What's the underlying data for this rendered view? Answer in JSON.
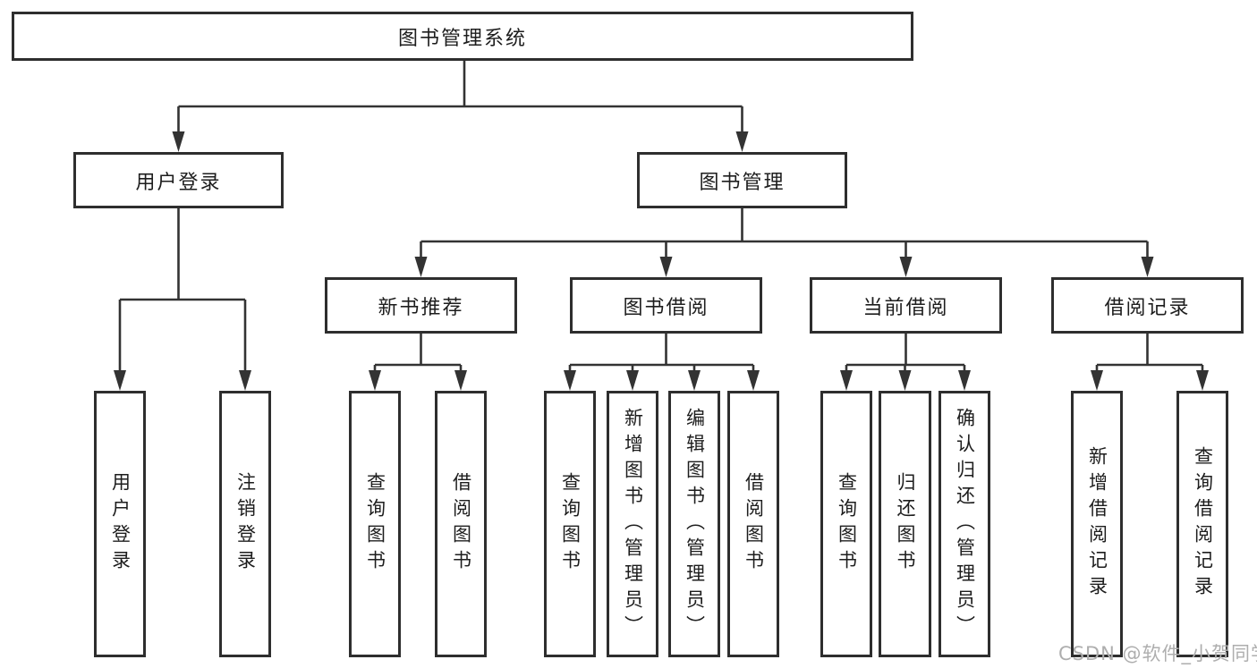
{
  "diagram_title": "图书管理系统",
  "nodes": {
    "root": "图书管理系统",
    "user_login": "用户登录",
    "book_mgmt": "图书管理",
    "new_book_rec": "新书推荐",
    "book_borrow": "图书借阅",
    "current_borrow": "当前借阅",
    "borrow_record": "借阅记录",
    "leaf_user_login": "用户登录",
    "leaf_logout": "注销登录",
    "leaf_query_book_1": "查询图书",
    "leaf_borrow_book_1": "借阅图书",
    "leaf_query_book_2": "查询图书",
    "leaf_add_book": "新增图书（管理员）",
    "leaf_edit_book": "编辑图书（管理员）",
    "leaf_borrow_book_2": "借阅图书",
    "leaf_query_book_3": "查询图书",
    "leaf_return_book": "归还图书",
    "leaf_confirm_return": "确认归还（管理员）",
    "leaf_add_record": "新增借阅记录",
    "leaf_query_record": "查询借阅记录"
  },
  "hierarchy": {
    "图书管理系统": {
      "用户登录": [
        "用户登录",
        "注销登录"
      ],
      "图书管理": {
        "新书推荐": [
          "查询图书",
          "借阅图书"
        ],
        "图书借阅": [
          "查询图书",
          "新增图书（管理员）",
          "编辑图书（管理员）",
          "借阅图书"
        ],
        "当前借阅": [
          "查询图书",
          "归还图书",
          "确认归还（管理员）"
        ],
        "借阅记录": [
          "新增借阅记录",
          "查询借阅记录"
        ]
      }
    }
  },
  "watermark": {
    "text": "CSDN @软件_小贺同学"
  },
  "colors": {
    "background": "#ffffff",
    "box_border": "#2e2e2e",
    "connector_line": "#333333",
    "text": "#1d1d1d",
    "watermark_text": "#aeaeae"
  }
}
